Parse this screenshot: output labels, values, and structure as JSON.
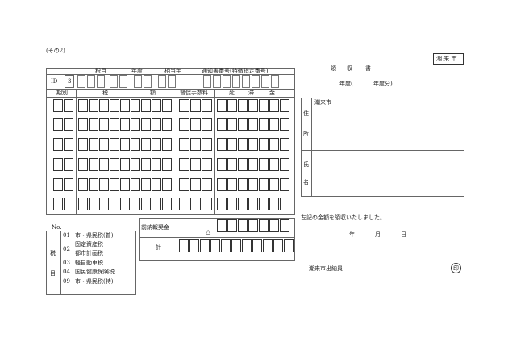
{
  "doc": {
    "sono": "(その2)",
    "seal_label": "潮 来 市"
  },
  "left": {
    "header": {
      "zeimoku": "税目",
      "nendo": "年度",
      "sotonen": "相当年",
      "tsuchi": "通知書番号(特徴指定番号)",
      "id_label": "ID",
      "id_value": "3"
    },
    "cols": {
      "kibetsu": "期別",
      "zei": "税",
      "gaku": "額",
      "tokusoku": "督促手数料",
      "entai": "延",
      "tai": "滞",
      "kin": "金"
    },
    "zennou": "前納報奨金",
    "zennou_mark": "△",
    "kei": "計"
  },
  "codes": {
    "no_label": "No.",
    "zeimoku_side": [
      "税",
      "目"
    ],
    "items": [
      {
        "code": "01",
        "name": "市・県民税(普)"
      },
      {
        "code": "02",
        "name": "固定資産税"
      },
      {
        "code": "",
        "name": "都市計画税"
      },
      {
        "code": "03",
        "name": "軽自動車税"
      },
      {
        "code": "04",
        "name": "国民健康保険税"
      },
      {
        "code": "09",
        "name": "市・県民税(特)"
      }
    ]
  },
  "receipt": {
    "title_chars": [
      "領",
      "収",
      "書"
    ],
    "nendo": "年度(",
    "nendo_bun": "年度分)",
    "jusho_chars": [
      "住",
      "所"
    ],
    "jusho_value": "潮来市",
    "shimei_chars": [
      "氏",
      "名"
    ],
    "statement": "左記の金額を領収いたしました。",
    "date_nen": "年",
    "date_tsuki": "月",
    "date_hi": "日",
    "issuer": "潮来市出納員",
    "seal": "印"
  }
}
